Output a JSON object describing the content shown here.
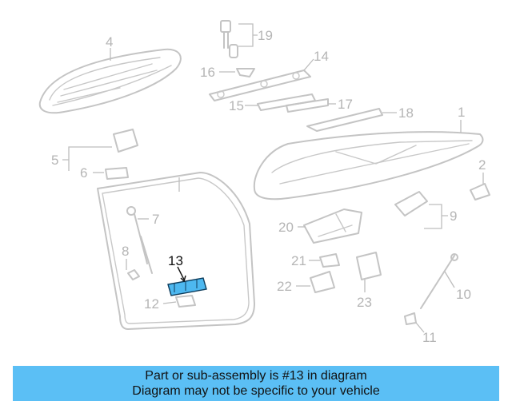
{
  "callouts": {
    "c1": "1",
    "c2": "2",
    "c4": "4",
    "c5": "5",
    "c6": "6",
    "c7": "7",
    "c8": "8",
    "c9": "9",
    "c10": "10",
    "c11": "11",
    "c12": "12",
    "c13": "13",
    "c14": "14",
    "c15": "15",
    "c16": "16",
    "c17": "17",
    "c18": "18",
    "c19": "19",
    "c20": "20",
    "c21": "21",
    "c22": "22",
    "c23": "23"
  },
  "highlighted_part": "13",
  "colors": {
    "highlight": "#4db8f0",
    "banner": "#5bbff5",
    "parts": "#c4c4c4"
  },
  "banner": {
    "line1": "Part or sub-assembly is #13 in diagram",
    "line2": "Diagram may not be specific to your vehicle"
  }
}
